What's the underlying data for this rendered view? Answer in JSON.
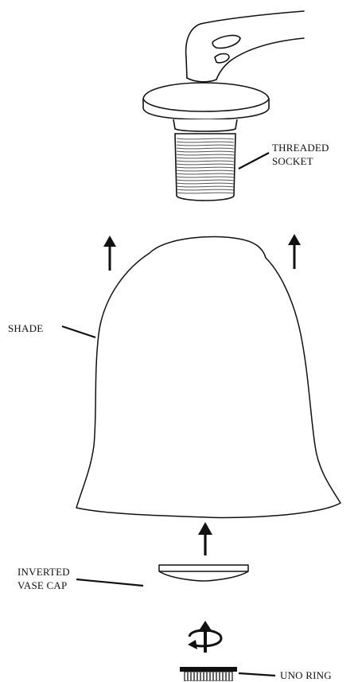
{
  "labels": {
    "threaded_socket_line1": "THREADED",
    "threaded_socket_line2": "SOCKET",
    "shade": "SHADE",
    "inverted_vase_cap_line1": "INVERTED",
    "inverted_vase_cap_line2": "VASE CAP",
    "uno_ring": "UNO RING"
  },
  "colors": {
    "line": "#111111",
    "background": "#ffffff"
  }
}
